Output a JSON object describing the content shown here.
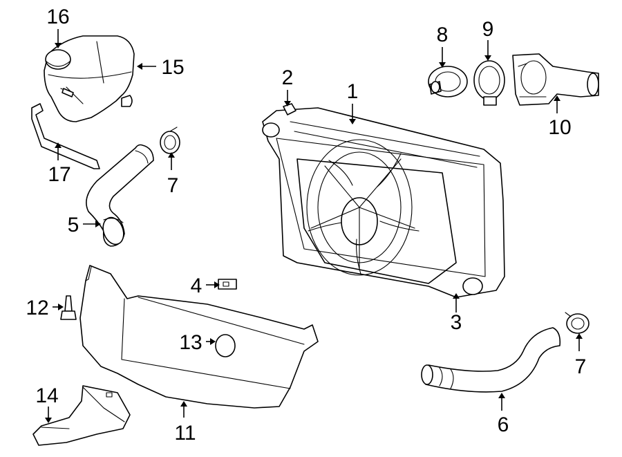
{
  "callouts": [
    {
      "id": "1",
      "text": "1"
    },
    {
      "id": "2",
      "text": "2"
    },
    {
      "id": "3",
      "text": "3"
    },
    {
      "id": "4",
      "text": "4"
    },
    {
      "id": "5",
      "text": "5"
    },
    {
      "id": "6",
      "text": "6"
    },
    {
      "id": "7a",
      "text": "7"
    },
    {
      "id": "7b",
      "text": "7"
    },
    {
      "id": "8",
      "text": "8"
    },
    {
      "id": "9",
      "text": "9"
    },
    {
      "id": "10",
      "text": "10"
    },
    {
      "id": "11",
      "text": "11"
    },
    {
      "id": "12",
      "text": "12"
    },
    {
      "id": "13",
      "text": "13"
    },
    {
      "id": "14",
      "text": "14"
    },
    {
      "id": "15",
      "text": "15"
    },
    {
      "id": "16",
      "text": "16"
    },
    {
      "id": "17",
      "text": "17"
    }
  ],
  "colors": {
    "line": "#000000",
    "background": "#ffffff"
  }
}
